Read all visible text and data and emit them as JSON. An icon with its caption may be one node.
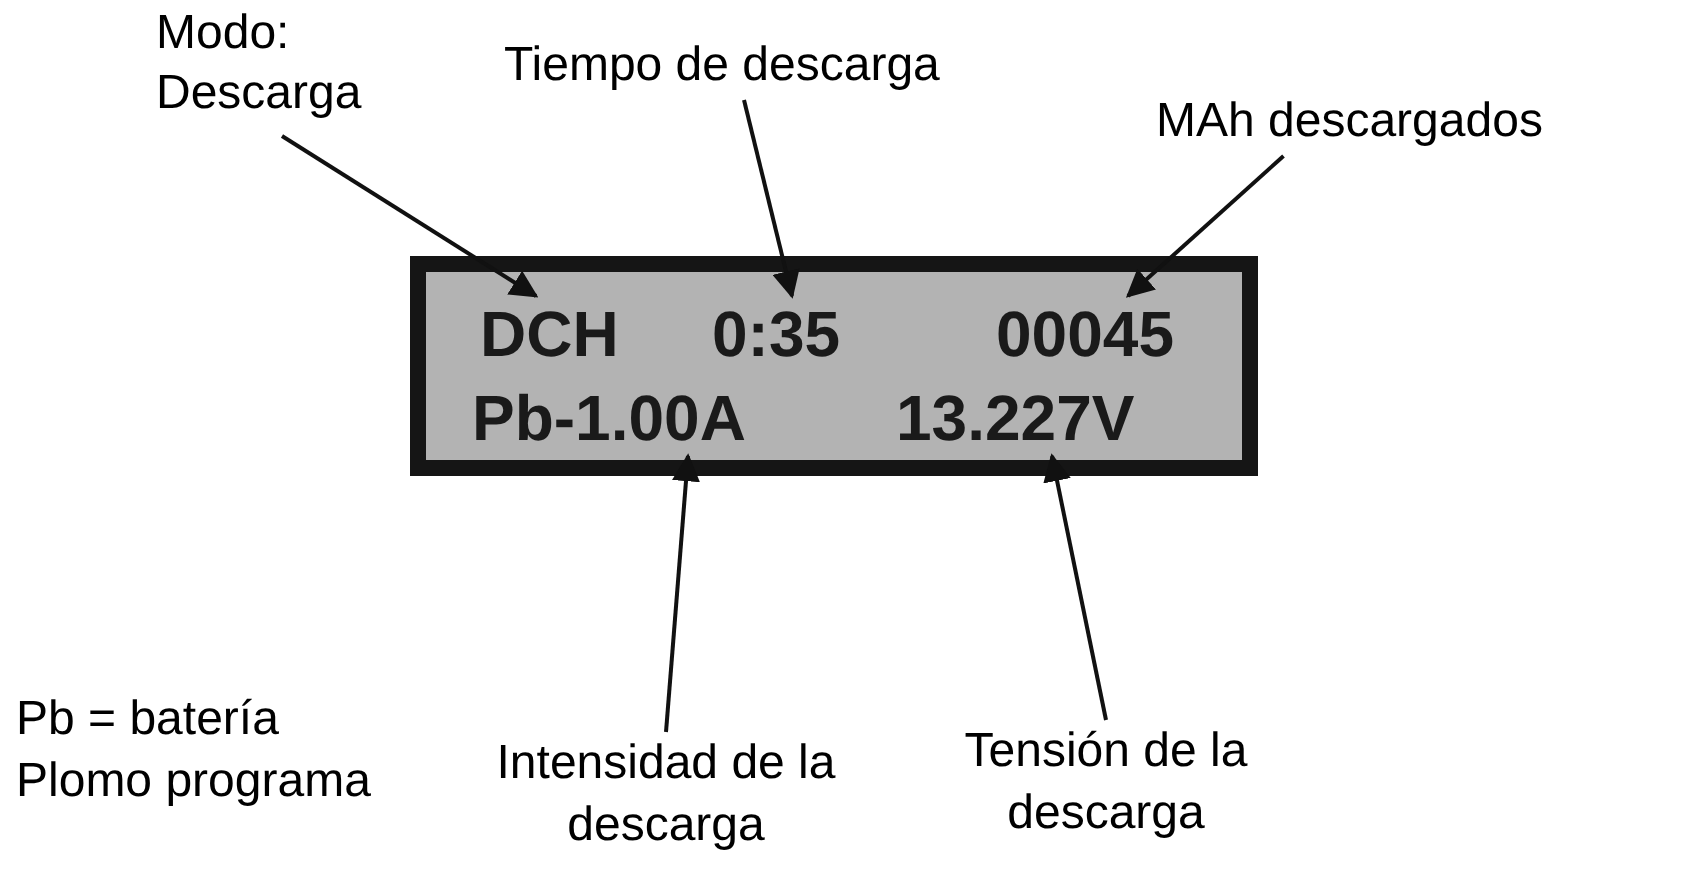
{
  "diagram": {
    "nodes": [
      {
        "text": [
          "Modo: Descarga"
        ]
      },
      {
        "text": [
          "Tiempo de descarga"
        ]
      },
      {
        "text": [
          "MAh descargados"
        ]
      },
      {
        "text": [],
        "shape": "box"
      },
      {
        "text": [
          "DCH"
        ],
        "in": 3
      },
      {
        "text": [
          "0:35"
        ],
        "in": 3
      },
      {
        "text": [
          "00045"
        ],
        "in": 3
      },
      {
        "text": [
          "Pb-1.00A"
        ],
        "in": 3
      },
      {
        "text": [
          "13.227V"
        ],
        "in": 3
      },
      {
        "text": [
          "Pb = batería Plomo programa"
        ]
      },
      {
        "text": [
          "Intensidad de la descarga"
        ]
      },
      {
        "text": [
          "Tensión de la descarga"
        ]
      }
    ],
    "edges": [
      {
        "from": 0,
        "to": 4,
        "arrow": "to"
      },
      {
        "from": 1,
        "to": 5,
        "arrow": "to"
      },
      {
        "from": 2,
        "to": 6,
        "arrow": "to"
      },
      {
        "from": 10,
        "to": 7,
        "arrow": "to"
      },
      {
        "from": 11,
        "to": 8,
        "arrow": "to"
      }
    ]
  }
}
